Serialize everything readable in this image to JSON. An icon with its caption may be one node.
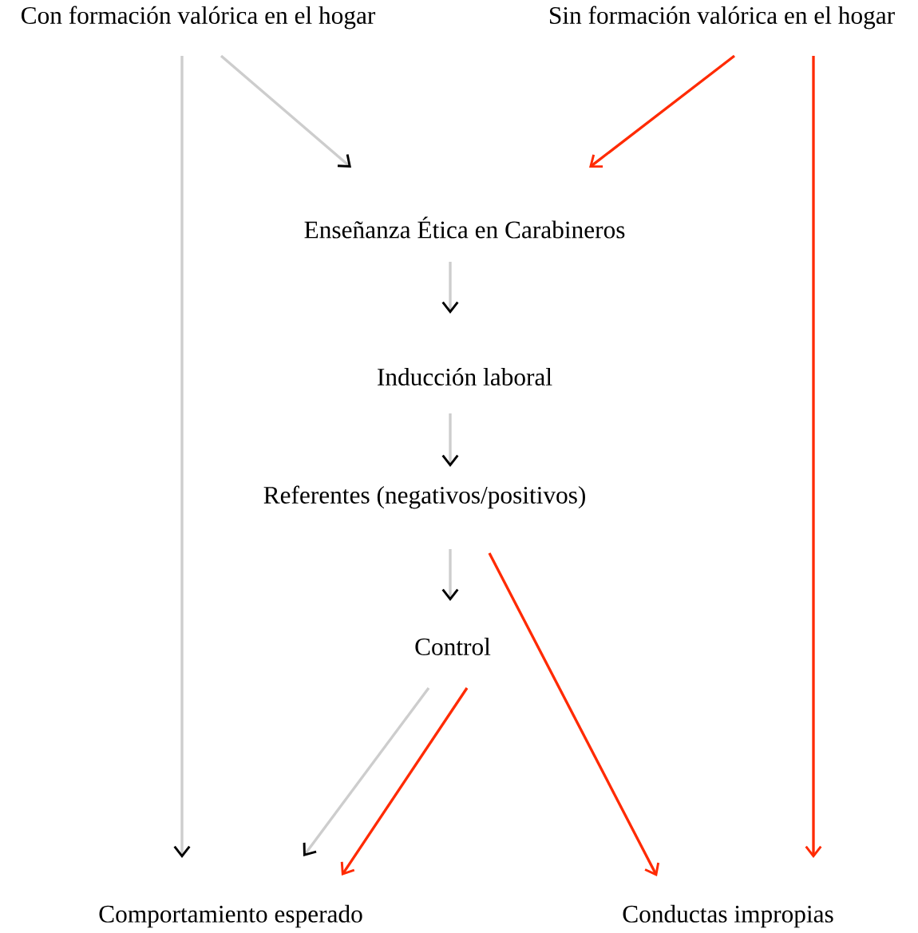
{
  "diagram": {
    "nodes": [
      {
        "text": [
          "Con formación valórica en el hogar"
        ]
      },
      {
        "text": [
          "Sin formación valórica en el hogar"
        ]
      },
      {
        "text": [
          "Enseñanza Ética en Carabineros"
        ]
      },
      {
        "text": [
          "Inducción laboral"
        ]
      },
      {
        "text": [
          "Referentes (negativos/positivos)"
        ]
      },
      {
        "text": [
          "Control"
        ]
      },
      {
        "text": [
          "Comportamiento esperado"
        ]
      },
      {
        "text": [
          "Conductas impropias"
        ]
      }
    ],
    "edges": [
      {
        "from": 0,
        "to": 6,
        "arrow": "to"
      },
      {
        "from": 0,
        "to": 2,
        "arrow": "to"
      },
      {
        "from": 1,
        "to": 2,
        "arrow": "to",
        "color": "#ff2a00"
      },
      {
        "from": 1,
        "to": 7,
        "arrow": "to",
        "color": "#ff2a00"
      },
      {
        "from": 2,
        "to": 3,
        "arrow": "to"
      },
      {
        "from": 3,
        "to": 4,
        "arrow": "to"
      },
      {
        "from": 4,
        "to": 5,
        "arrow": "to"
      },
      {
        "from": 4,
        "to": 7,
        "arrow": "to",
        "color": "#ff2a00"
      },
      {
        "from": 5,
        "to": 6,
        "arrow": "to"
      },
      {
        "from": 5,
        "to": 6,
        "arrow": "to",
        "color": "#ff2a00"
      }
    ]
  }
}
